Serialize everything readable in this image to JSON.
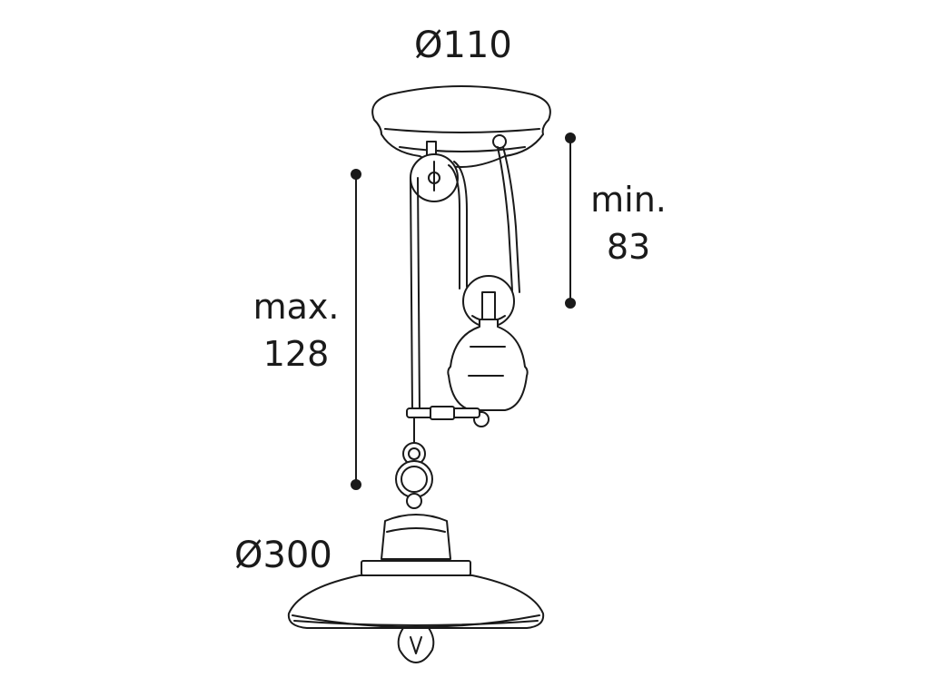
{
  "dimensions": {
    "top_diameter": "Ø110",
    "bottom_diameter": "Ø300",
    "min_label": "min.",
    "min_value": "83",
    "max_label": "max.",
    "max_value": "128"
  },
  "colors": {
    "line": "#1a1a1a",
    "fill": "#ffffff"
  }
}
